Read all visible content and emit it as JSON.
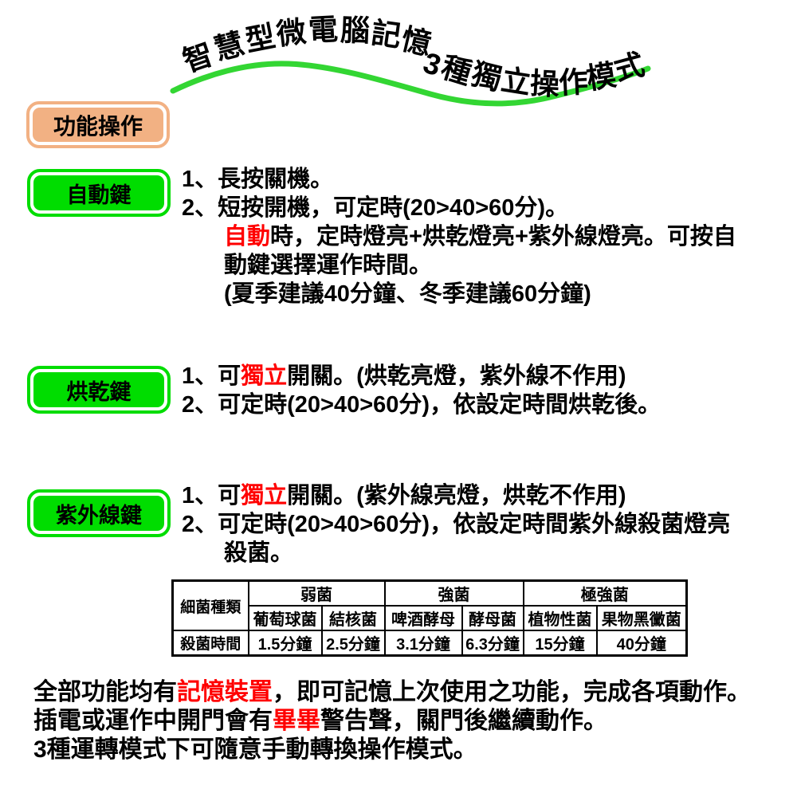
{
  "colors": {
    "key_green": "#00dd00",
    "swoosh_green": "#33d633",
    "box_peach": "#f2b183",
    "highlight_red": "#ff0000",
    "text_black": "#000000"
  },
  "title": {
    "text": "智慧型微電腦記憶 3種獨立操作模式"
  },
  "function_box": {
    "label": "功能操作"
  },
  "sections": [
    {
      "button_label": "自動鍵",
      "lines": [
        {
          "indent": 0,
          "segments": [
            {
              "text": "1、長按關機。"
            }
          ]
        },
        {
          "indent": 0,
          "segments": [
            {
              "text": "2、短按開機，可定時(20>40>60分)。"
            }
          ]
        },
        {
          "indent": 1,
          "segments": [
            {
              "text": "自動",
              "color": "red"
            },
            {
              "text": "時，定時燈亮+烘乾燈亮+紫外線燈亮。可按自"
            }
          ]
        },
        {
          "indent": 1,
          "segments": [
            {
              "text": "動鍵選擇運作時間。"
            }
          ]
        },
        {
          "indent": 1,
          "segments": [
            {
              "text": "(夏季建議40分鐘、冬季建議60分鐘)"
            }
          ]
        }
      ]
    },
    {
      "button_label": "烘乾鍵",
      "lines": [
        {
          "indent": 0,
          "segments": [
            {
              "text": "1、可"
            },
            {
              "text": "獨立",
              "color": "red"
            },
            {
              "text": "開關。(烘乾亮燈，紫外線不作用)"
            }
          ]
        },
        {
          "indent": 0,
          "segments": [
            {
              "text": "2、可定時(20>40>60分)，依設定時間烘乾後。"
            }
          ]
        }
      ]
    },
    {
      "button_label": "紫外線鍵",
      "lines": [
        {
          "indent": 0,
          "segments": [
            {
              "text": "1、可"
            },
            {
              "text": "獨立",
              "color": "red"
            },
            {
              "text": "開關。(紫外線亮燈，烘乾不作用)"
            }
          ]
        },
        {
          "indent": 0,
          "segments": [
            {
              "text": "2、可定時(20>40>60分)，依設定時間紫外線殺菌燈亮"
            }
          ]
        },
        {
          "indent": 1,
          "segments": [
            {
              "text": "殺菌。"
            }
          ]
        }
      ]
    }
  ],
  "table": {
    "row_header_col": "細菌種類",
    "groups": [
      "弱菌",
      "強菌",
      "極強菌"
    ],
    "bacteria": [
      "葡萄球菌",
      "結核菌",
      "啤酒酵母",
      "酵母菌",
      "植物性菌",
      "果物黑黴菌"
    ],
    "time_row_label": "殺菌時間",
    "times": [
      "1.5分鐘",
      "2.5分鐘",
      "3.1分鐘",
      "6.3分鐘",
      "15分鐘",
      "40分鐘"
    ]
  },
  "footer": {
    "lines": [
      {
        "indent": 0,
        "segments": [
          {
            "text": "全部功能均有"
          },
          {
            "text": "記憶裝置",
            "color": "red"
          },
          {
            "text": "，即可記憶上次使用之功能，完成各項動作。"
          }
        ]
      },
      {
        "indent": 0,
        "segments": [
          {
            "text": "插電或運作中開門會有"
          },
          {
            "text": "畢畢",
            "color": "red"
          },
          {
            "text": "警告聲，關門後繼續動作。"
          }
        ]
      },
      {
        "indent": 0,
        "segments": [
          {
            "text": "3種運轉模式下可隨意手動轉換操作模式。"
          }
        ]
      }
    ]
  }
}
